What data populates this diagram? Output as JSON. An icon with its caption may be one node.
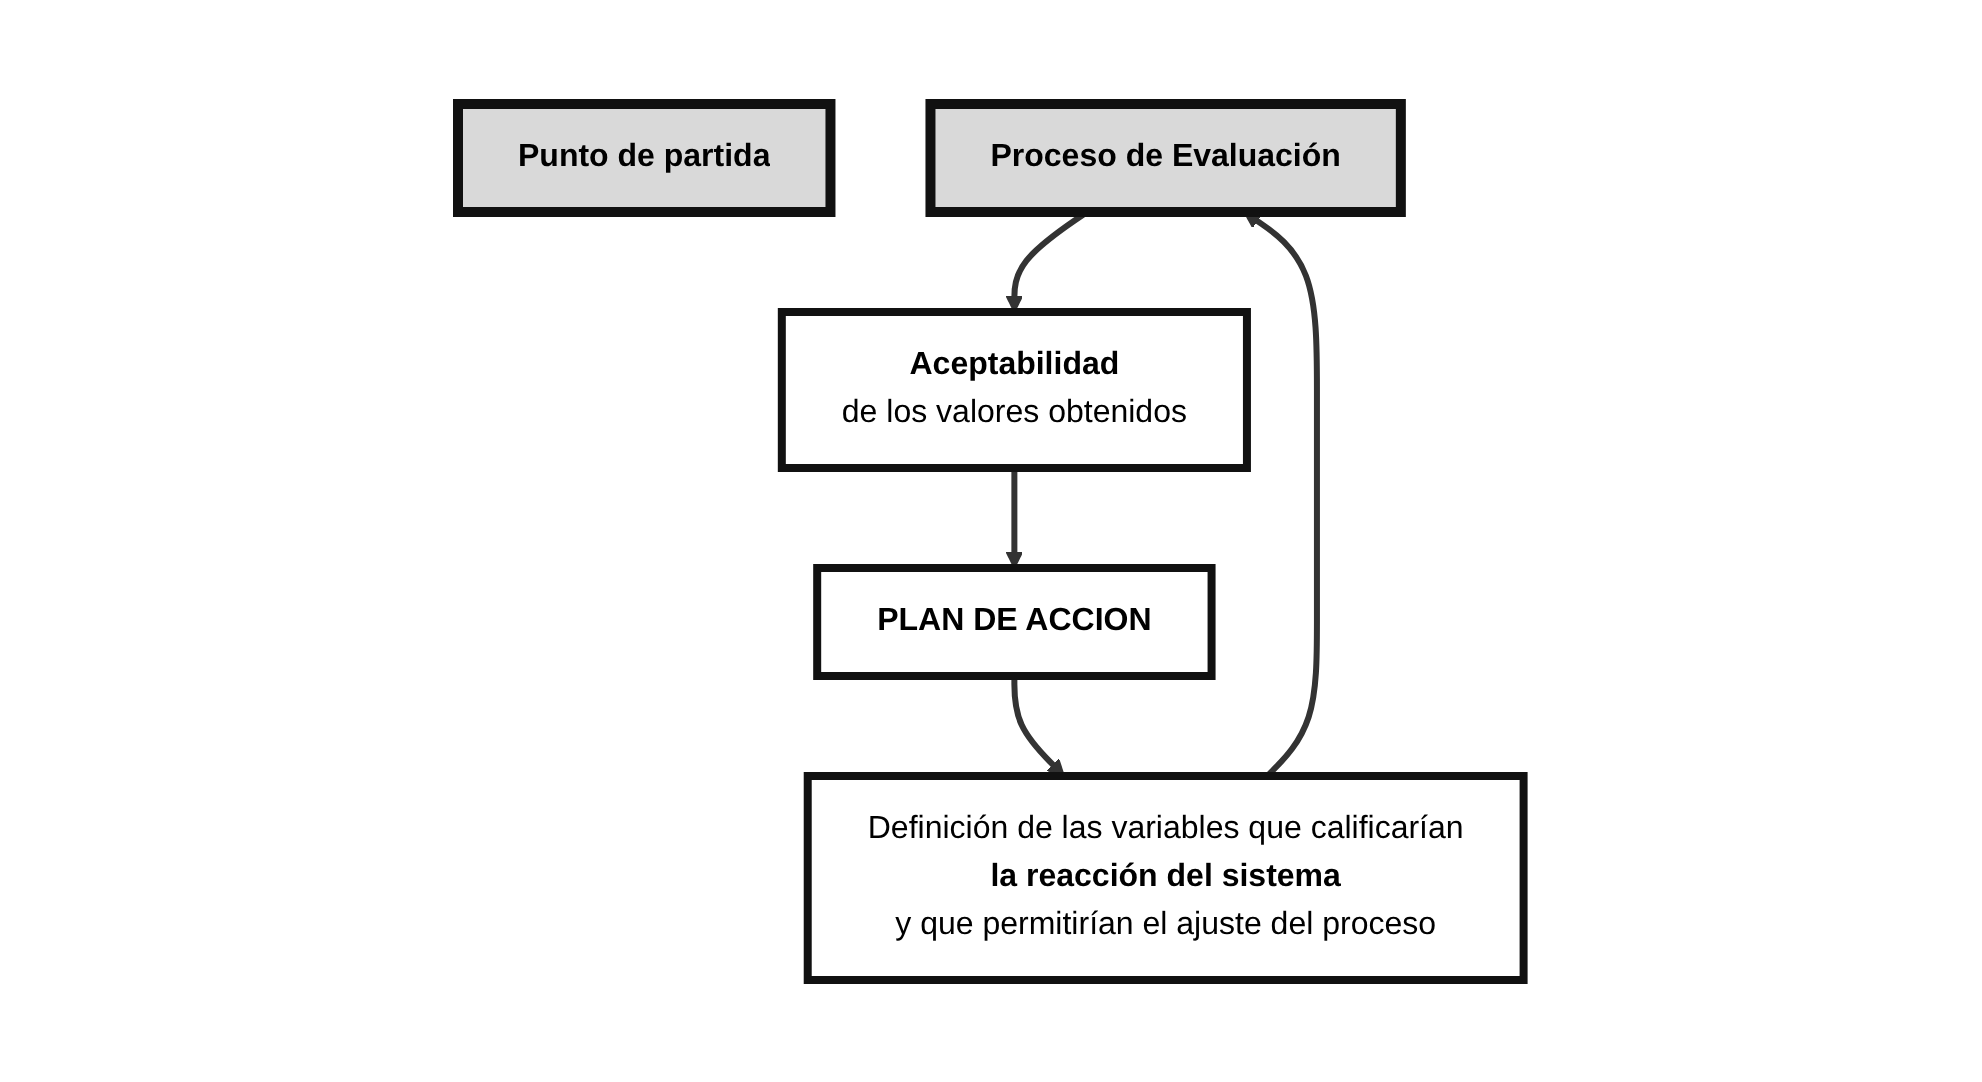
{
  "diagram": {
    "nodes": [
      {
        "text": [
          "Punto de partida"
        ]
      },
      {
        "text": [
          "Proceso de Evaluación"
        ]
      },
      {
        "text": [
          "Aceptabilidad",
          "de los valores obtenidos"
        ]
      },
      {
        "text": [
          "PLAN DE ACCION"
        ]
      },
      {
        "text": [
          "Definición de las variables que calificarían",
          "la reacción del sistema",
          "y que permitirían el ajuste del proceso"
        ]
      }
    ],
    "edges": [
      {
        "from": 1,
        "to": 2,
        "arrow": "to"
      },
      {
        "from": 2,
        "to": 3,
        "arrow": "to"
      },
      {
        "from": 3,
        "to": 4,
        "arrow": "to"
      },
      {
        "from": 4,
        "to": 1,
        "arrow": "to"
      }
    ]
  }
}
